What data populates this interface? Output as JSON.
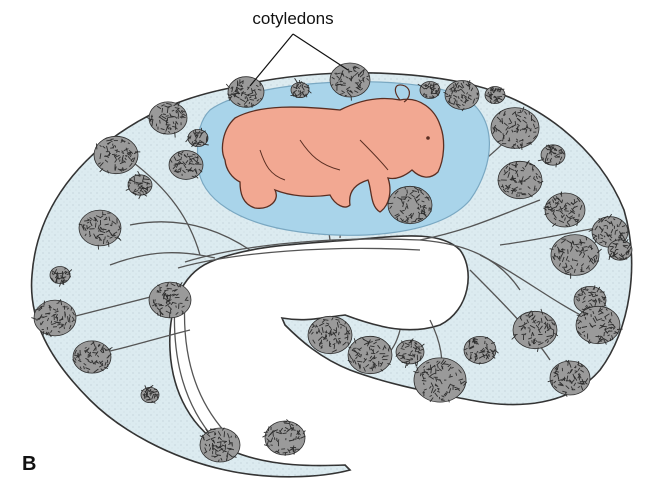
{
  "labels": {
    "callout": "cotyledons",
    "panel": "B"
  },
  "colors": {
    "membrane_fill": "#dcebf0",
    "amnion_fill": "#a9d4ea",
    "fetus_fill": "#f2a892",
    "outline": "#333333",
    "cotyledon_dark": "#2e2e2e",
    "cotyledon_light": "#9a9a9a"
  },
  "cotyledon_count": 36
}
